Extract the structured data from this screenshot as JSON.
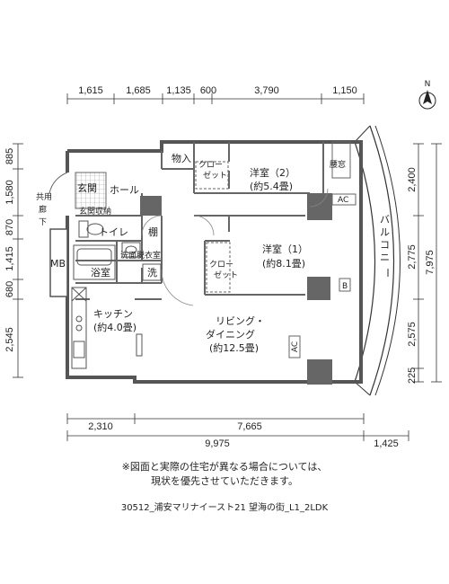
{
  "dims_top": [
    "1,615",
    "1,685",
    "1,135",
    "600",
    "3,790",
    "1,150"
  ],
  "dims_bottom_row1": [
    "2,310",
    "7,665"
  ],
  "dims_bottom_row2": [
    "9,975",
    "1,425"
  ],
  "dims_left": [
    "885",
    "1,580",
    "870",
    "1,415",
    "680",
    "2,545"
  ],
  "dims_right": [
    "2,400",
    "2,775",
    "2,575",
    "225"
  ],
  "dims_right_total": "7,975",
  "compass": "N",
  "rooms": {
    "storage": "物入",
    "closet_upper": "クロー\nゼット",
    "western2": "洋室（2）",
    "western2_area": "(約5.4畳)",
    "window_vent": "腰窓",
    "entrance": "玄関",
    "shoe_storage": "玄関収納",
    "hall": "ホール",
    "common_corridor": "共用廊下",
    "shelf": "棚",
    "toilet": "トイレ",
    "western1": "洋室（1）",
    "western1_area": "(約8.1畳)",
    "closet_lower": "クロー\nゼット",
    "mb": "MB",
    "washroom": "洗面脱衣室",
    "wash": "洗",
    "bath": "浴室",
    "kitchen": "キッチン",
    "kitchen_area": "(約4.0畳)",
    "living": "リビング・",
    "dining": "ダイニング",
    "living_area": "(約12.5畳)",
    "balcony": "バルコニー",
    "ac_upper": "AC",
    "ac_lower": "AC",
    "b_box": "B"
  },
  "note_line1": "※図面と実際の住宅が異なる場合については、",
  "note_line2": "現状を優先させていただきます。",
  "footer": "30512_浦安マリナイースト21 望海の街_L1_2LDK"
}
